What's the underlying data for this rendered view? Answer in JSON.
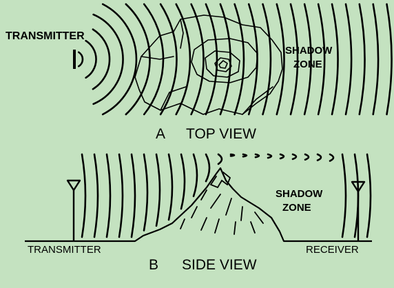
{
  "diagram": {
    "background": "#c4e2c0",
    "ink": "#000000",
    "top_view": {
      "caption_letter": "A",
      "caption_text": "TOP VIEW",
      "transmitter_label": "TRANSMITTER",
      "shadow_zone_line1": "SHADOW",
      "shadow_zone_line2": "ZONE"
    },
    "side_view": {
      "caption_letter": "B",
      "caption_text": "SIDE VIEW",
      "transmitter_label": "TRANSMITTER",
      "receiver_label": "RECEIVER",
      "shadow_zone_line1": "SHADOW",
      "shadow_zone_line2": "ZONE"
    }
  }
}
